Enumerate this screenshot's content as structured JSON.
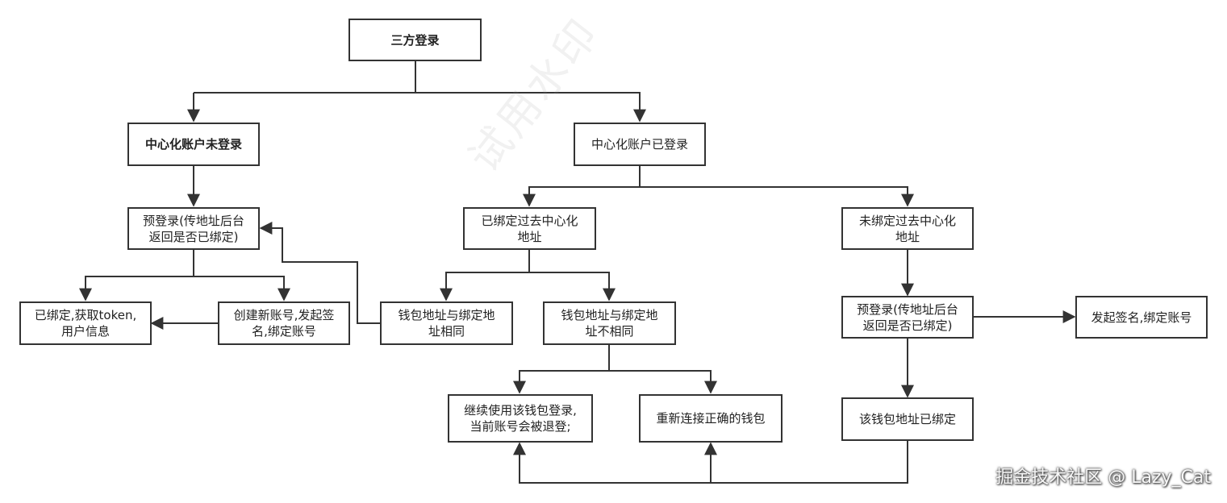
{
  "diagram": {
    "nodes": {
      "root": "三方登录",
      "not_logged": "中心化账户未登录",
      "logged": "中心化账户已登录",
      "prelogin_left": "预登录(传地址后台\n返回是否已绑定)",
      "bound_left": "已绑定,获取token,\n用户信息",
      "create_account": "创建新账号,发起签\n名,绑定账号",
      "bound_past": "已绑定过去中心化\n地址",
      "unbound_past": "未绑定过去中心化\n地址",
      "same_addr": "钱包地址与绑定地\n址相同",
      "diff_addr": "钱包地址与绑定地\n址不相同",
      "continue_wallet": "继续使用该钱包登录,\n当前账号会被退登;",
      "reconnect": "重新连接正确的钱包",
      "prelogin_right": "预登录(传地址后台\n返回是否已绑定)",
      "sign_bind": "发起签名,绑定账号",
      "wallet_bound": "该钱包地址已绑定"
    }
  },
  "watermarks": {
    "diagonal": "试用水印",
    "corner": "掘金技术社区 @ Lazy_Cat"
  },
  "colors": {
    "line": "#333333",
    "border": "#333333",
    "background": "#ffffff"
  }
}
